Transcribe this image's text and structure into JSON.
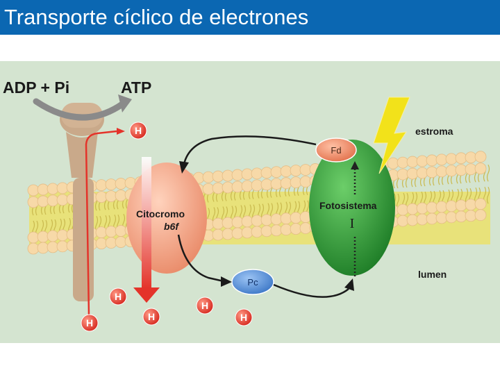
{
  "title": "Transporte cíclico de electrones",
  "diagram": {
    "labels": {
      "adp": "ADP + Pi",
      "atp": "ATP",
      "estroma": "estroma",
      "lumen": "lumen",
      "fd": "Fd",
      "pc": "Pc",
      "citocromo": "Citocromo",
      "b6f": "b6f",
      "fotosistema": "Fotosistema",
      "numeral": "I",
      "h": "H"
    },
    "colors": {
      "background": "#d4e4d0",
      "membrane_lipid": "#f7d9a8",
      "membrane_core": "#e9e27a",
      "atp_synthase": "#c9a98a",
      "cytochrome": "#f2a07e",
      "photosystem": "#2f9a3a",
      "fd": "#ef8f6a",
      "pc": "#4a86d4",
      "proton": "#e03a2a",
      "lightning": "#f2e21a",
      "title_bar": "#0b67b2"
    },
    "icons": [
      "lightning-bolt-icon",
      "proton-icon",
      "curved-arrow-icon"
    ]
  }
}
